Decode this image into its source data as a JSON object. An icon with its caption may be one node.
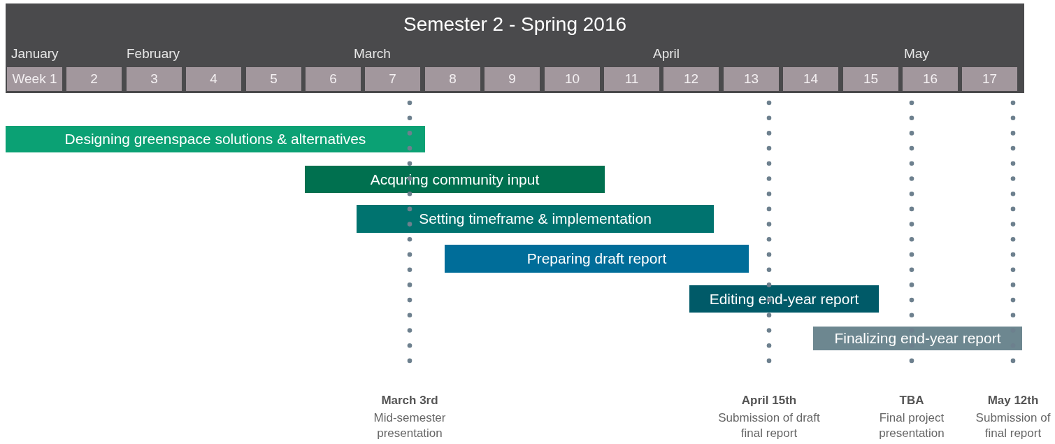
{
  "diagram": {
    "title": "Semester 2 - Spring 2016",
    "nodes": [
      {
        "text": [
          "Week 1"
        ]
      },
      {
        "text": [
          "2"
        ]
      },
      {
        "text": [
          "3"
        ]
      },
      {
        "text": [
          "4"
        ]
      },
      {
        "text": [
          "5"
        ]
      },
      {
        "text": [
          "6"
        ]
      },
      {
        "text": [
          "7"
        ]
      },
      {
        "text": [
          "8"
        ]
      },
      {
        "text": [
          "9"
        ]
      },
      {
        "text": [
          "10"
        ]
      },
      {
        "text": [
          "11"
        ]
      },
      {
        "text": [
          "12"
        ]
      },
      {
        "text": [
          "13"
        ]
      },
      {
        "text": [
          "14"
        ]
      },
      {
        "text": [
          "15"
        ]
      },
      {
        "text": [
          "16"
        ]
      },
      {
        "text": [
          "17"
        ]
      },
      {
        "text": [
          "Designing greenspace solutions & alternatives"
        ]
      },
      {
        "text": [
          "Acquring community input"
        ]
      },
      {
        "text": [
          "Setting timeframe & implementation"
        ]
      },
      {
        "text": [
          "Preparing draft report"
        ]
      },
      {
        "text": [
          "Editing end-year report"
        ]
      },
      {
        "text": [
          "Finalizing end-year report"
        ]
      }
    ],
    "labels": [
      "January",
      "February",
      "March",
      "April",
      "May",
      "March 3rd",
      "Mid-semester presentation",
      "April 15th",
      "Submission of draft final report",
      "TBA",
      "Final project presentation",
      "May 12th",
      "Submission of final report"
    ]
  }
}
